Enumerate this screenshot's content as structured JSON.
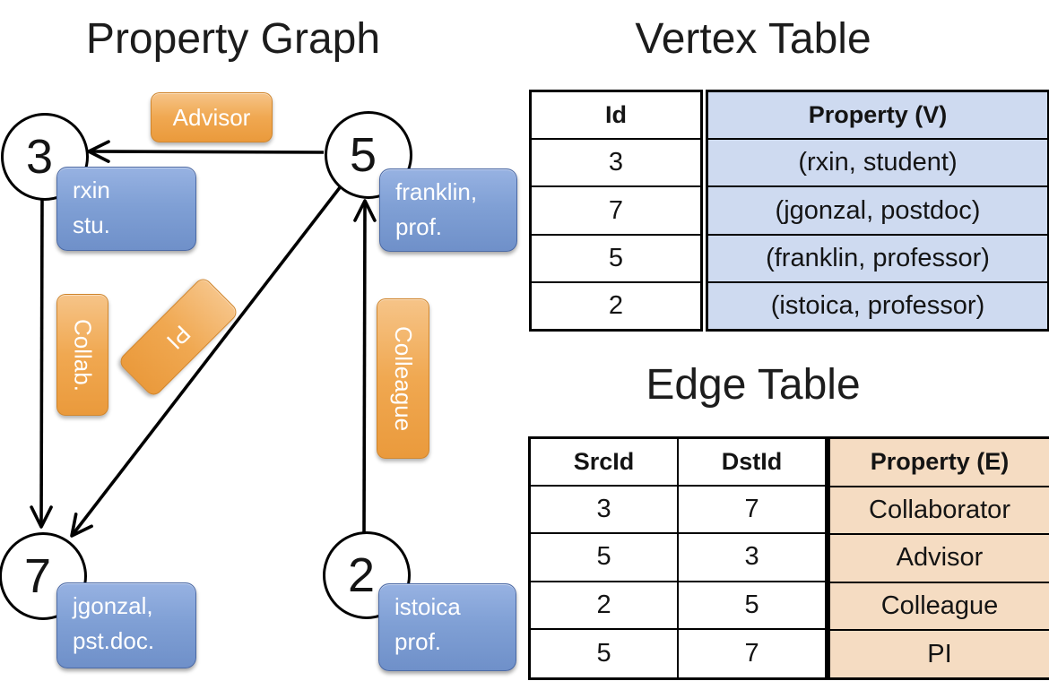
{
  "graph": {
    "title": "Property Graph",
    "nodes": [
      {
        "id": "3",
        "label_lines": [
          "rxin",
          "stu."
        ]
      },
      {
        "id": "5",
        "label_lines": [
          "franklin,",
          "prof."
        ]
      },
      {
        "id": "7",
        "label_lines": [
          "jgonzal,",
          "pst.doc."
        ]
      },
      {
        "id": "2",
        "label_lines": [
          "istoica",
          "prof."
        ]
      }
    ],
    "edges": [
      {
        "src": "5",
        "dst": "3",
        "label": "Advisor"
      },
      {
        "src": "3",
        "dst": "7",
        "label": "Collab."
      },
      {
        "src": "5",
        "dst": "7",
        "label": "PI"
      },
      {
        "src": "2",
        "dst": "5",
        "label": "Colleague"
      }
    ]
  },
  "vertex_table": {
    "title": "Vertex Table",
    "columns": [
      "Id",
      "Property (V)"
    ],
    "rows": [
      [
        "3",
        "(rxin, student)"
      ],
      [
        "7",
        "(jgonzal, postdoc)"
      ],
      [
        "5",
        "(franklin, professor)"
      ],
      [
        "2",
        "(istoica, professor)"
      ]
    ]
  },
  "edge_table": {
    "title": "Edge Table",
    "columns": [
      "SrcId",
      "DstId",
      "Property (E)"
    ],
    "rows": [
      [
        "3",
        "7",
        "Collaborator"
      ],
      [
        "5",
        "3",
        "Advisor"
      ],
      [
        "2",
        "5",
        "Colleague"
      ],
      [
        "5",
        "7",
        "PI"
      ]
    ]
  },
  "colors": {
    "edge_label_fill": "#F0A851",
    "vertex_box_fill": "#80A0D5",
    "vertex_table_property_fill": "#CEDAF0",
    "edge_table_property_fill": "#F5DCC2",
    "line_color": "#000000"
  }
}
